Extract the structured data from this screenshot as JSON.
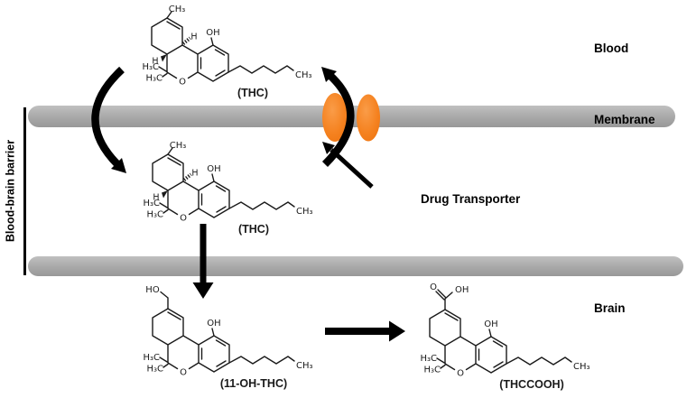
{
  "figure": {
    "description_labels": {
      "blood": "Blood",
      "membrane": "Membrane",
      "brain": "Brain",
      "barrier": "Blood-brain barrier",
      "transporter": "Drug Transporter"
    }
  },
  "molecules": {
    "thc_blood": {
      "caption": "(THC)",
      "labels": {
        "c11": "CH₃",
        "phenol_oh": "OH",
        "h_top": "H",
        "h_left": "H",
        "gem_me1": "H₃C",
        "gem_me2": "H₃C",
        "ring_o": "O",
        "chain_ch3": "CH₃"
      }
    },
    "thc_barrier": {
      "caption": "(THC)",
      "labels": {
        "c11": "CH₃",
        "phenol_oh": "OH",
        "h_top": "H",
        "h_left": "H",
        "gem_me1": "H₃C",
        "gem_me2": "H₃C",
        "ring_o": "O",
        "chain_ch3": "CH₃"
      }
    },
    "oh_thc": {
      "caption": "(11-OH-THC)",
      "labels": {
        "c11": "HO",
        "phenol_oh": "OH",
        "gem_me1": "H₃C",
        "gem_me2": "H₃C",
        "ring_o": "O",
        "chain_ch3": "CH₃"
      }
    },
    "thccooh": {
      "caption": "(THCCOOH)",
      "labels": {
        "acid_o": "O",
        "acid_oh": "OH",
        "phenol_oh": "OH",
        "gem_me1": "H₃C",
        "gem_me2": "H₃C",
        "ring_o": "O",
        "chain_ch3": "CH₃"
      }
    }
  },
  "colors": {
    "membrane_gray": "#a8a8a8",
    "transporter_orange": "#f58220",
    "arrow_black": "#000000"
  }
}
